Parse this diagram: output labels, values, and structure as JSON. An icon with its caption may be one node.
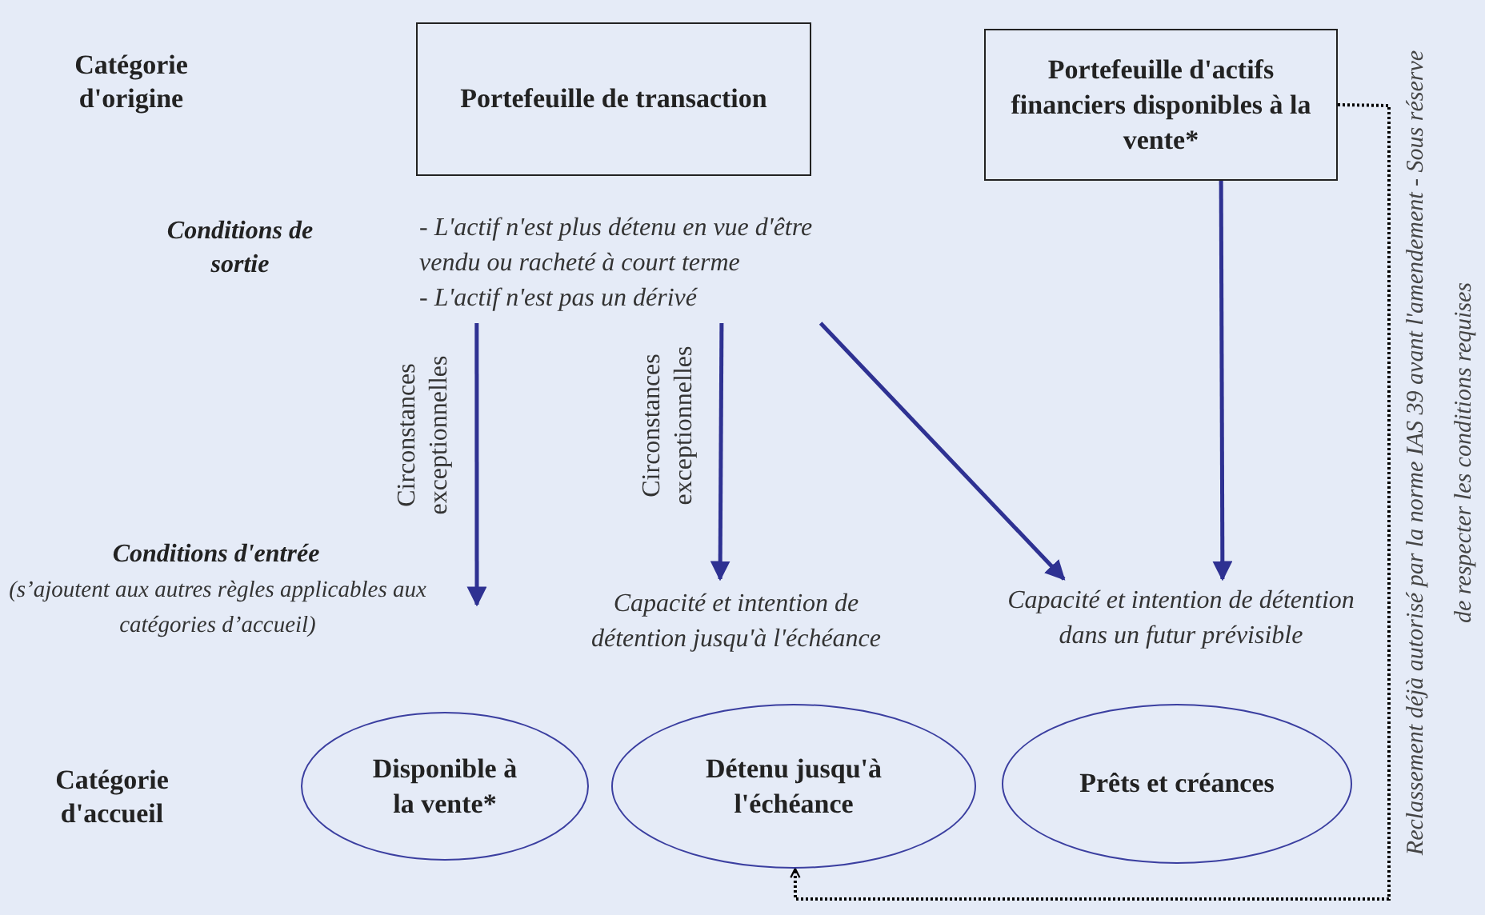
{
  "diagram": {
    "nodes": [
      {
        "text": [
          "Portefeuille de transaction"
        ]
      },
      {
        "text": [
          "Portefeuille d'actifs financiers disponibles à la vente*"
        ]
      },
      {
        "text": [
          "- L'actif n'est plus détenu en vue d'être vendu ou racheté à court terme",
          "- L'actif n'est pas un dérivé"
        ]
      },
      {
        "text": [
          "Capacité et intention de détention jusqu'à l'échéance"
        ]
      },
      {
        "text": [
          "Capacité et intention de détention dans un futur prévisible"
        ]
      },
      {
        "text": [
          "Disponible à la vente*"
        ]
      },
      {
        "text": [
          "Détenu jusqu'à l'échéance"
        ]
      },
      {
        "text": [
          "Prêts et créances"
        ]
      }
    ],
    "edges": [
      {
        "from": 2,
        "to": null,
        "arrow": "to",
        "label": "Circonstances exceptionnelles"
      },
      {
        "from": 2,
        "to": 3,
        "arrow": "to",
        "label": "Circonstances exceptionnelles"
      },
      {
        "from": 2,
        "to": 4,
        "arrow": "to"
      },
      {
        "from": 1,
        "to": 4,
        "arrow": "to"
      },
      {
        "from": 1,
        "to": 6,
        "arrow": "to",
        "style": "dashed",
        "color": "#000000",
        "label": "Reclassement déjà autorisé par la norme IAS 39 avant l'amendement - Sous réserve de respecter les conditions requises"
      }
    ],
    "labels": [
      "Catégorie d'origine",
      "Conditions de sortie",
      "Conditions d'entrée",
      "(s’ajoutent aux autres règles applicables aux catégories d’accueil)",
      "Catégorie d'accueil"
    ]
  }
}
